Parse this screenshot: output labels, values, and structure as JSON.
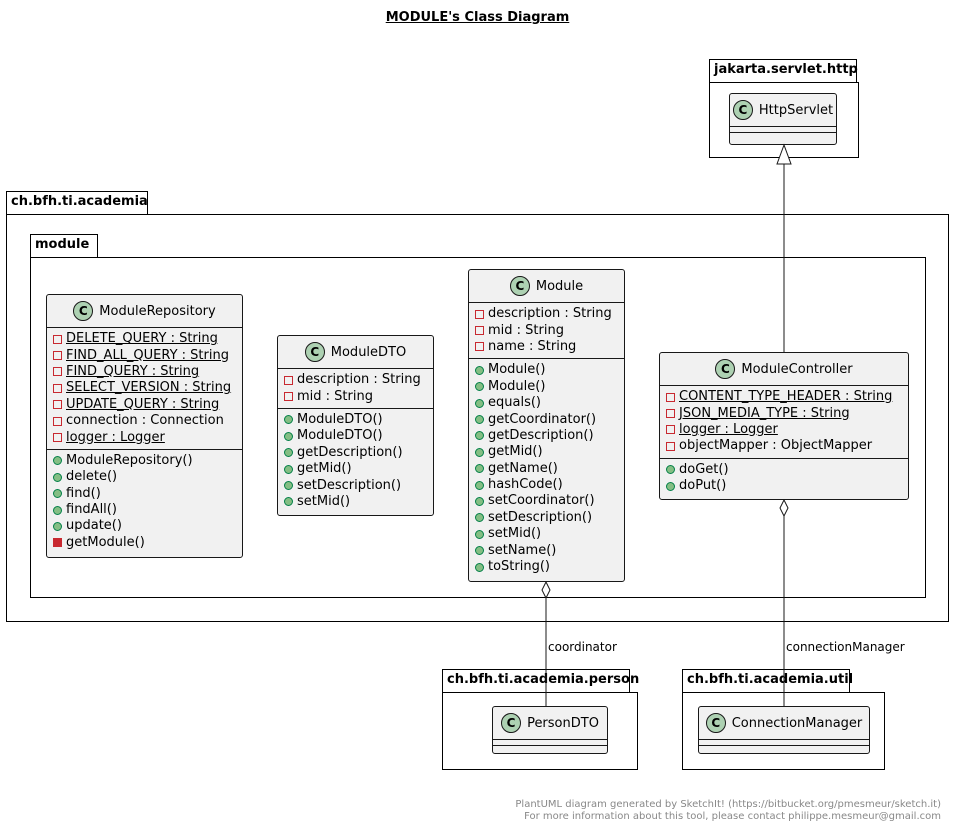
{
  "title": "MODULE's Class Diagram",
  "packages": {
    "servlet": "jakarta.servlet.http",
    "academia": "ch.bfh.ti.academia",
    "module": "module",
    "person": "ch.bfh.ti.academia.person",
    "util": "ch.bfh.ti.academia.util"
  },
  "classes": {
    "httpservlet": {
      "name": "HttpServlet"
    },
    "repository": {
      "name": "ModuleRepository",
      "fields": [
        {
          "text": "DELETE_QUERY : String",
          "vis": "private",
          "static": true
        },
        {
          "text": "FIND_ALL_QUERY : String",
          "vis": "private",
          "static": true
        },
        {
          "text": "FIND_QUERY : String",
          "vis": "private",
          "static": true
        },
        {
          "text": "SELECT_VERSION : String",
          "vis": "private",
          "static": true
        },
        {
          "text": "UPDATE_QUERY : String",
          "vis": "private",
          "static": true
        },
        {
          "text": "connection : Connection",
          "vis": "private",
          "static": false
        },
        {
          "text": "logger : Logger",
          "vis": "private",
          "static": true
        }
      ],
      "methods": [
        {
          "text": "ModuleRepository()",
          "vis": "public"
        },
        {
          "text": "delete()",
          "vis": "public"
        },
        {
          "text": "find()",
          "vis": "public"
        },
        {
          "text": "findAll()",
          "vis": "public"
        },
        {
          "text": "update()",
          "vis": "public"
        },
        {
          "text": "getModule()",
          "vis": "private"
        }
      ]
    },
    "dto": {
      "name": "ModuleDTO",
      "fields": [
        {
          "text": "description : String",
          "vis": "private",
          "static": false
        },
        {
          "text": "mid : String",
          "vis": "private",
          "static": false
        }
      ],
      "methods": [
        {
          "text": "ModuleDTO()",
          "vis": "public"
        },
        {
          "text": "ModuleDTO()",
          "vis": "public"
        },
        {
          "text": "getDescription()",
          "vis": "public"
        },
        {
          "text": "getMid()",
          "vis": "public"
        },
        {
          "text": "setDescription()",
          "vis": "public"
        },
        {
          "text": "setMid()",
          "vis": "public"
        }
      ]
    },
    "module": {
      "name": "Module",
      "fields": [
        {
          "text": "description : String",
          "vis": "private",
          "static": false
        },
        {
          "text": "mid : String",
          "vis": "private",
          "static": false
        },
        {
          "text": "name : String",
          "vis": "private",
          "static": false
        }
      ],
      "methods": [
        {
          "text": "Module()",
          "vis": "public"
        },
        {
          "text": "Module()",
          "vis": "public"
        },
        {
          "text": "equals()",
          "vis": "public"
        },
        {
          "text": "getCoordinator()",
          "vis": "public"
        },
        {
          "text": "getDescription()",
          "vis": "public"
        },
        {
          "text": "getMid()",
          "vis": "public"
        },
        {
          "text": "getName()",
          "vis": "public"
        },
        {
          "text": "hashCode()",
          "vis": "public"
        },
        {
          "text": "setCoordinator()",
          "vis": "public"
        },
        {
          "text": "setDescription()",
          "vis": "public"
        },
        {
          "text": "setMid()",
          "vis": "public"
        },
        {
          "text": "setName()",
          "vis": "public"
        },
        {
          "text": "toString()",
          "vis": "public"
        }
      ]
    },
    "controller": {
      "name": "ModuleController",
      "fields": [
        {
          "text": "CONTENT_TYPE_HEADER : String",
          "vis": "private",
          "static": true
        },
        {
          "text": "JSON_MEDIA_TYPE : String",
          "vis": "private",
          "static": true
        },
        {
          "text": "logger : Logger",
          "vis": "private",
          "static": true
        },
        {
          "text": "objectMapper : ObjectMapper",
          "vis": "private",
          "static": false
        }
      ],
      "methods": [
        {
          "text": "doGet()",
          "vis": "public"
        },
        {
          "text": "doPut()",
          "vis": "public"
        }
      ]
    },
    "persondto": {
      "name": "PersonDTO"
    },
    "connmanager": {
      "name": "ConnectionManager"
    }
  },
  "edges": {
    "coordinator": "coordinator",
    "connectionManager": "connectionManager"
  },
  "footer": {
    "line1": "PlantUML diagram generated by SketchIt! (https://bitbucket.org/pmesmeur/sketch.it)",
    "line2": "For more information about this tool, please contact philippe.mesmeur@gmail.com"
  }
}
